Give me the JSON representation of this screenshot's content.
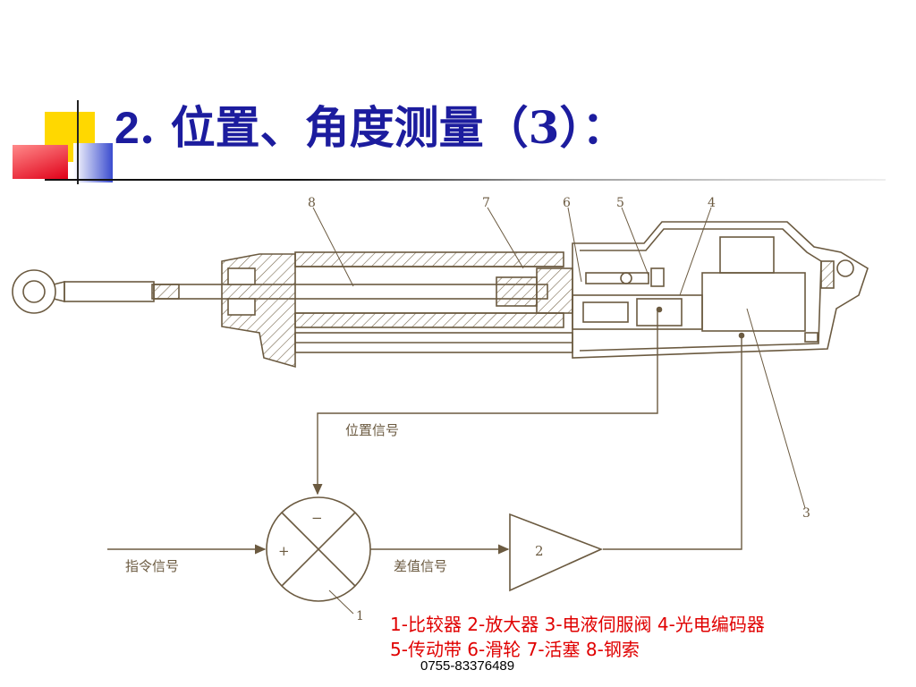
{
  "slide": {
    "title_number": "2",
    "title_text": ". 位置、角度测量（3）："
  },
  "diagram": {
    "part_numbers": [
      "8",
      "7",
      "6",
      "5",
      "4",
      "3",
      "2",
      "1"
    ],
    "signals": {
      "position_signal": "位置信号",
      "command_signal": "指令信号",
      "difference_signal": "差值信号"
    },
    "comparator_signs": {
      "minus": "−",
      "plus": "+"
    },
    "amplifier_label": "2"
  },
  "legend": {
    "line1": "1-比较器  2-放大器  3-电液伺服阀  4-光电编码器",
    "line2": "5-传动带  6-滑轮  7-活塞  8-钢索"
  },
  "footer": {
    "phone": "0755-83376489"
  },
  "colors": {
    "title": "#1c1c9e",
    "legend": "#e00000",
    "drawing": "#6b5a40"
  }
}
